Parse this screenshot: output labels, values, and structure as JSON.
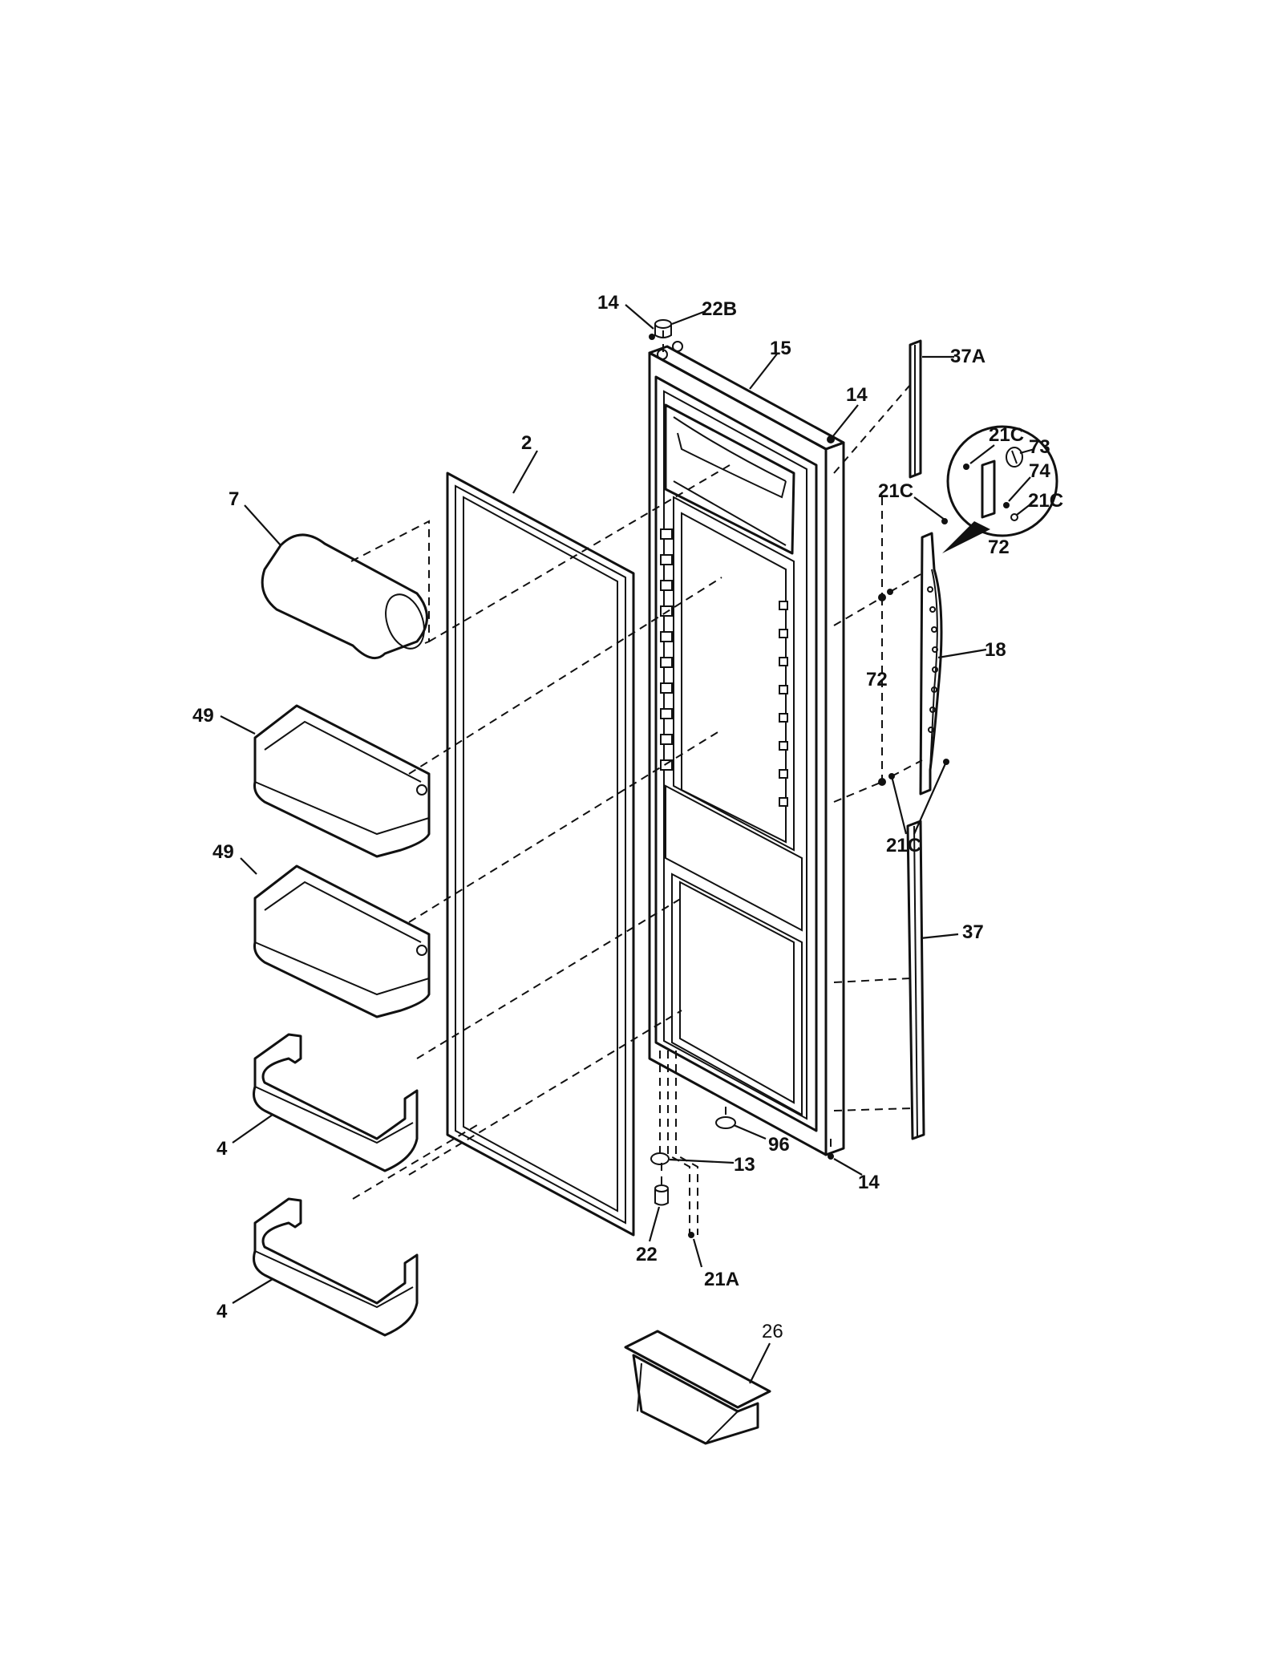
{
  "labels": {
    "p14_top": "14",
    "p22B": "22B",
    "p15": "15",
    "p14_right": "14",
    "p37A": "37A",
    "p2": "2",
    "p7": "7",
    "p21C_inset_top": "21C",
    "p73": "73",
    "p74": "74",
    "p21C_inset_right": "21C",
    "p72_inset": "72",
    "p21C_upper": "21C",
    "p18": "18",
    "p72": "72",
    "p49_upper": "49",
    "p21C_lower": "21C",
    "p49_lower": "49",
    "p37": "37",
    "p4_upper": "4",
    "p96": "96",
    "p13": "13",
    "p14_bottom": "14",
    "p22": "22",
    "p21A": "21A",
    "p4_lower": "4",
    "p26": "26"
  }
}
